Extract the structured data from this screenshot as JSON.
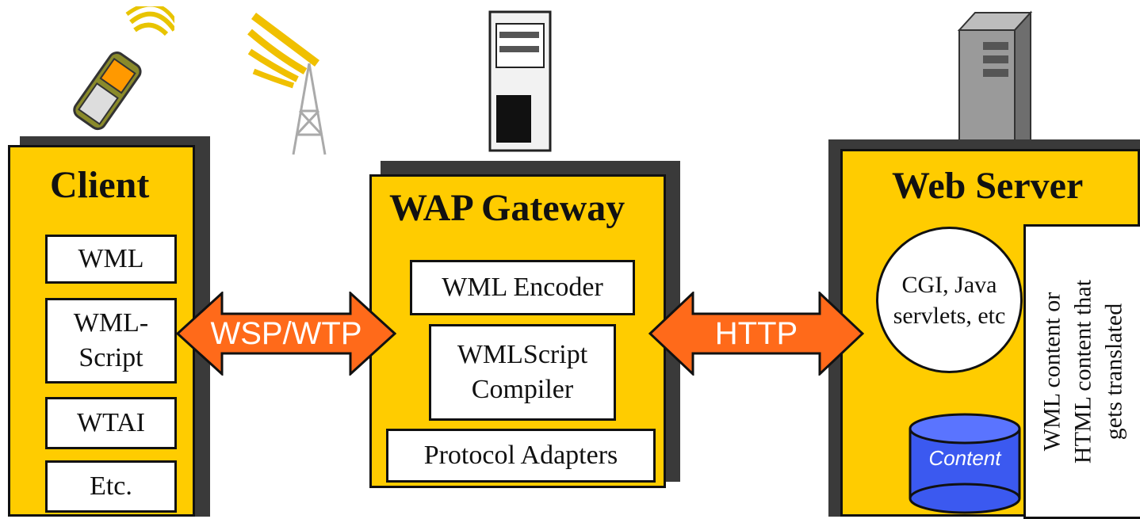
{
  "colors": {
    "panel": "#ffcc00",
    "arrow": "#ff6a1a",
    "db": "#3b59f0",
    "shadow": "#3a3a3a"
  },
  "client": {
    "title": "Client",
    "items": [
      "WML",
      "WML-\nScript",
      "WTAI",
      "Etc."
    ]
  },
  "gateway": {
    "title": "WAP Gateway",
    "items": [
      "WML Encoder",
      "WMLScript\nCompiler",
      "Protocol Adapters"
    ]
  },
  "server": {
    "title": "Web Server",
    "cgi": "CGI, Java\nservlets, etc",
    "content_db": "Content",
    "side_note": "WML content or\nHTML content that\ngets translated"
  },
  "arrows": {
    "left": "WSP/WTP",
    "right": "HTTP"
  },
  "icons": [
    "cell-phone-icon",
    "radio-tower-icon",
    "gateway-computer-icon",
    "server-tower-icon"
  ]
}
